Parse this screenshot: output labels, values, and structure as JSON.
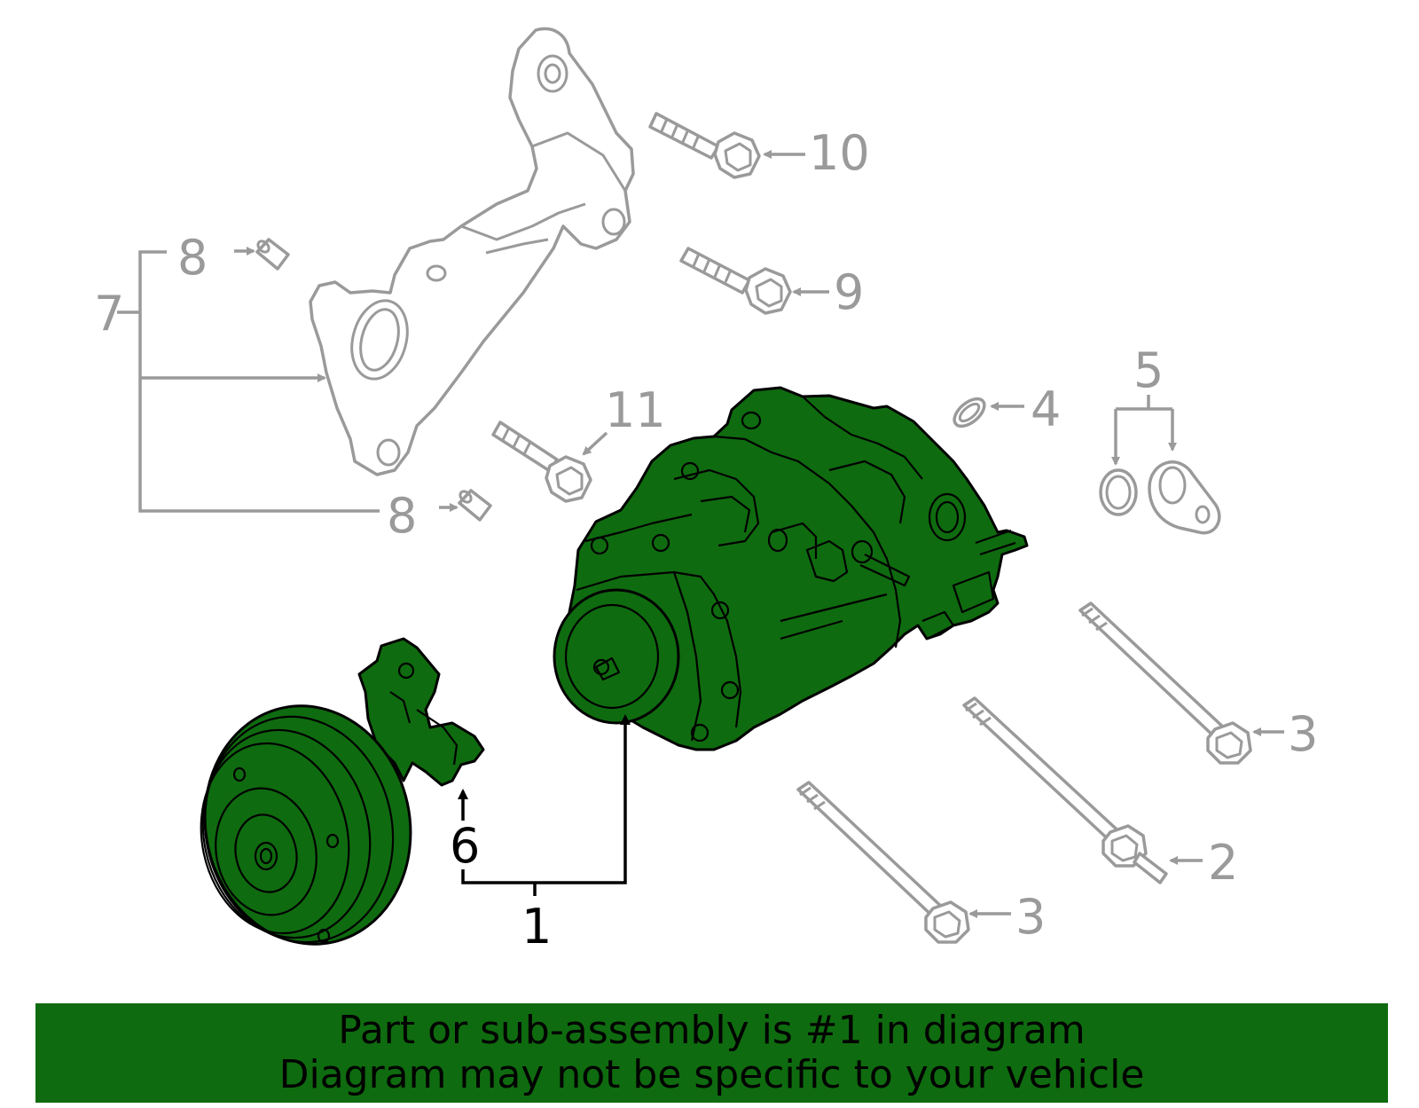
{
  "colors": {
    "highlight": "#0f6b0f",
    "banner": "#0f6b0f",
    "callout_gray": "#9a9a9a",
    "callout_black": "#000000",
    "background": "#ffffff"
  },
  "callouts": {
    "c1": "1",
    "c2": "2",
    "c3a": "3",
    "c3b": "3",
    "c4": "4",
    "c5": "5",
    "c6": "6",
    "c7": "7",
    "c8a": "8",
    "c8b": "8",
    "c9": "9",
    "c10": "10",
    "c11": "11"
  },
  "banner": {
    "line1": "Part or sub-assembly is #1 in diagram",
    "line2": "Diagram may not be specific to your vehicle"
  }
}
